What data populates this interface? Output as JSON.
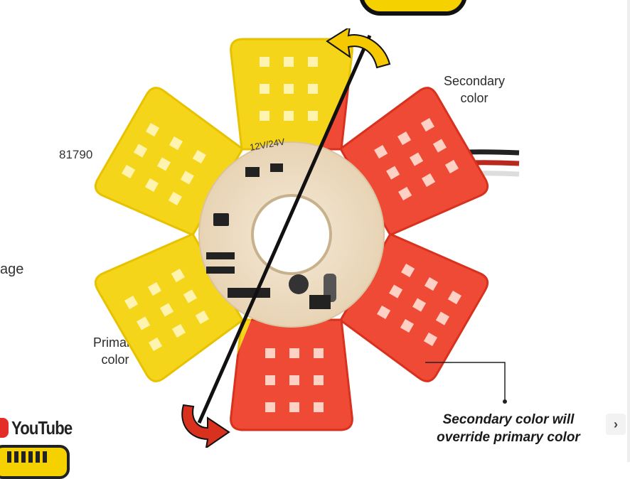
{
  "part_number": "81790",
  "partial_text": "age",
  "secondary_label_line1": "Secondary",
  "secondary_label_line2": "color",
  "primary_label_line1": "Primary",
  "primary_label_line2": "color",
  "override_note_line1": "Secondary color will",
  "override_note_line2": "override primary color",
  "board_voltage": "12V/24V",
  "youtube_text": "YouTube",
  "next_symbol": "›",
  "colors": {
    "primary_amber": "#f5d51a",
    "secondary_red": "#ef4a36",
    "youtube_red": "#e52d27",
    "badge_yellow": "#f6d100"
  }
}
